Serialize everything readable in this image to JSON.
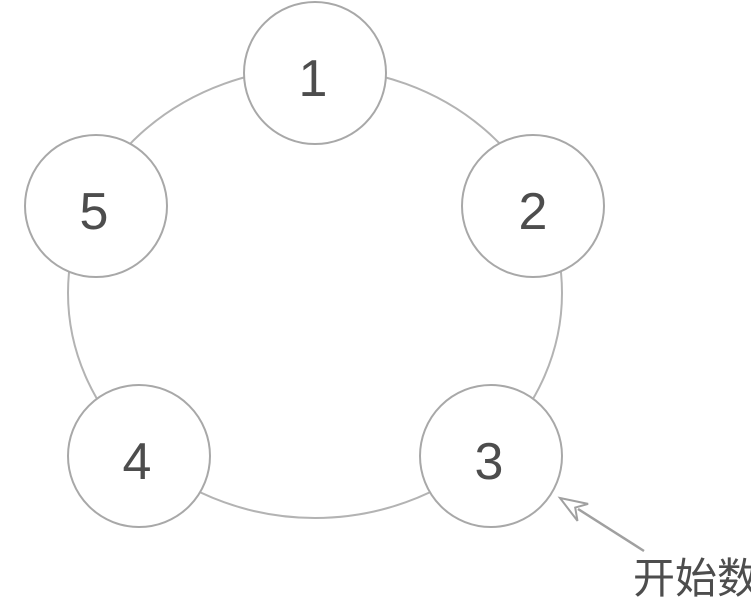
{
  "diagram": {
    "type": "counting-circle",
    "node_count": 5
  },
  "nodes": [
    {
      "label": "1"
    },
    {
      "label": "2"
    },
    {
      "label": "3"
    },
    {
      "label": "4"
    },
    {
      "label": "5"
    }
  ],
  "annotation": {
    "label": "开始数",
    "arrow_target_node": "3"
  },
  "colors": {
    "background": "#ffffff",
    "ring_stroke": "#b3b3b3",
    "node_stroke": "#a8a8a8",
    "node_fill": "#ffffff",
    "number_color": "#4d4d4d",
    "arrow_color": "#a0a0a0",
    "label_color": "#4d4d4d"
  }
}
